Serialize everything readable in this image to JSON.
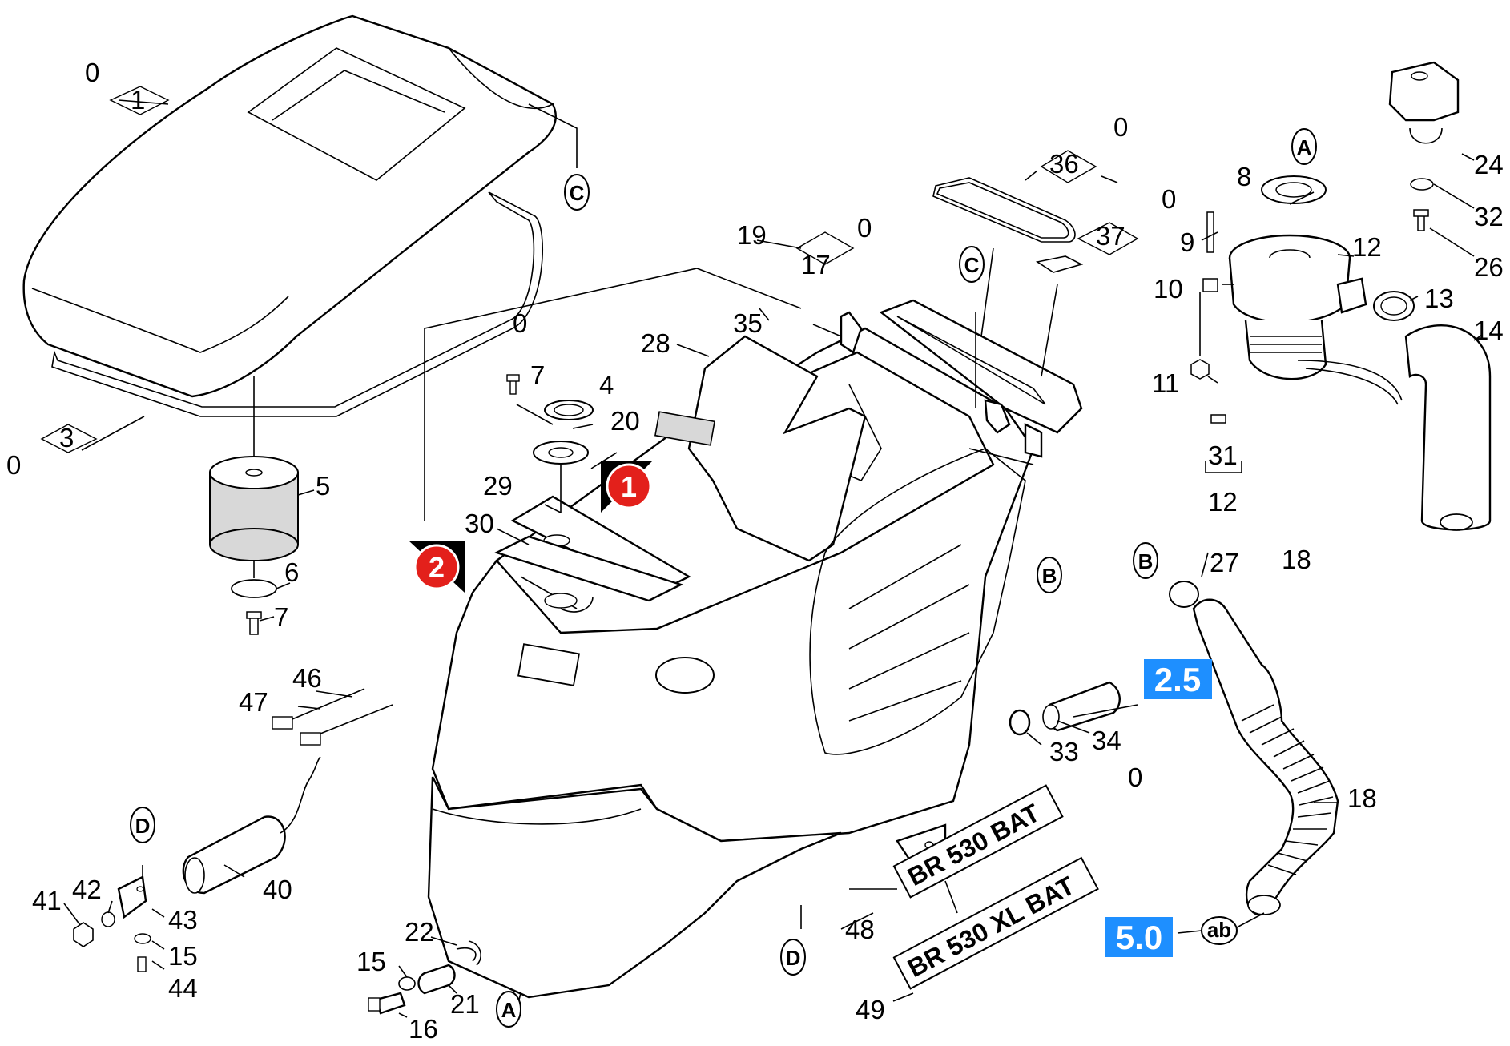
{
  "callouts": {
    "c_0a": "0",
    "c_1": "1",
    "c_0b": "0",
    "c_3": "3",
    "c_5": "5",
    "c_6": "6",
    "c_7a": "7",
    "c_19": "19",
    "c_17": "17",
    "c_0c": "0",
    "c_35": "35",
    "c_0d": "0",
    "c_28": "28",
    "c_7b": "7",
    "c_4": "4",
    "c_20": "20",
    "c_29": "29",
    "c_30": "30",
    "c_36": "36",
    "c_0e": "0",
    "c_37": "37",
    "c_0f": "0",
    "c_8": "8",
    "c_9": "9",
    "c_10": "10",
    "c_11": "11",
    "c_12a": "12",
    "c_13": "13",
    "c_14": "14",
    "c_31": "31",
    "c_12b": "12",
    "c_24": "24",
    "c_32": "32",
    "c_26": "26",
    "c_27": "27",
    "c_18a": "18",
    "c_18b": "18",
    "c_33": "33",
    "c_34": "34",
    "c_0g": "0",
    "c_46": "46",
    "c_47": "47",
    "c_40": "40",
    "c_41": "41",
    "c_42": "42",
    "c_43": "43",
    "c_15a": "15",
    "c_44": "44",
    "c_22": "22",
    "c_15b": "15",
    "c_21": "21",
    "c_16": "16",
    "c_48": "48",
    "c_49": "49"
  },
  "connectors": {
    "conn_c1": "C",
    "conn_c2": "C",
    "conn_a1": "A",
    "conn_a2": "A",
    "conn_b1": "B",
    "conn_b2": "B",
    "conn_d1": "D",
    "conn_d2": "D",
    "conn_ab": "ab"
  },
  "markers": {
    "m1": "1",
    "m2": "2"
  },
  "references": {
    "r25": "2.5",
    "r50": "5.0"
  },
  "plates": {
    "p48": "BR 530 BAT",
    "p49": "BR 530 XL BAT"
  },
  "colors": {
    "ref_blue": "#1e8fff",
    "marker_red": "#e3201b",
    "fill_light": "#d8d8d8"
  }
}
